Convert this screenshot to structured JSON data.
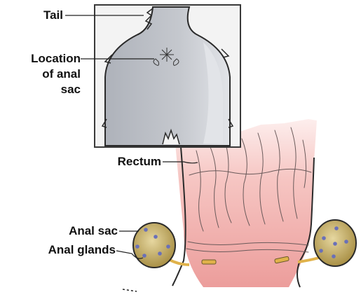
{
  "labels": {
    "tail": "Tail",
    "location_line1": "Location",
    "location_line2": "of anal",
    "location_line3": "sac",
    "rectum": "Rectum",
    "anal_sac": "Anal sac",
    "anal_glands": "Anal glands"
  },
  "colors": {
    "inset_background": "#f1f1f1",
    "inset_border": "#3a3a3a",
    "body_gray": "#b8bcc4",
    "body_highlight": "#dadde2",
    "rectum_pink": "#f2b3b0",
    "rectum_deep": "#e98e8c",
    "sac_olive": "#b59a4e",
    "sac_highlight": "#dcc98a",
    "gland_dot": "#6a70b8",
    "duct_yellow": "#e8c86a"
  },
  "icons": {
    "anal_sac_marker": "starburst-marker"
  }
}
